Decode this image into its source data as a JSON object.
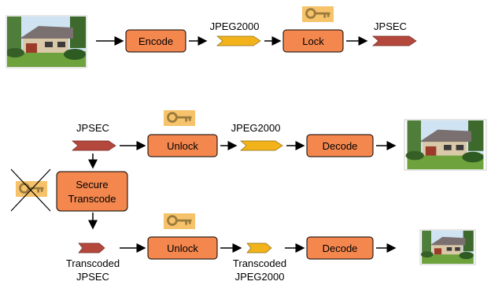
{
  "top_row": {
    "encode_label": "Encode",
    "lock_label": "Lock",
    "jpeg2000_label": "JPEG2000",
    "jpsec_label": "JPSEC"
  },
  "middle_row": {
    "jpsec_label": "JPSEC",
    "unlock_label": "Unlock",
    "jpeg2000_label": "JPEG2000",
    "decode_label": "Decode"
  },
  "transcode": {
    "label_line1": "Secure",
    "label_line2": "Transcode"
  },
  "bottom_row": {
    "transcoded_jpsec_line1": "Transcoded",
    "transcoded_jpsec_line2": "JPSEC",
    "unlock_label": "Unlock",
    "transcoded_jpeg2000_line1": "Transcoded",
    "transcoded_jpeg2000_line2": "JPEG2000",
    "decode_label": "Decode"
  },
  "colors": {
    "process_box": "#f4874e",
    "jpeg2000_stream": "#f2b31a",
    "jpsec_stream": "#b5483d",
    "key_bg": "#f6c36b",
    "key": "#9a7a3c"
  }
}
